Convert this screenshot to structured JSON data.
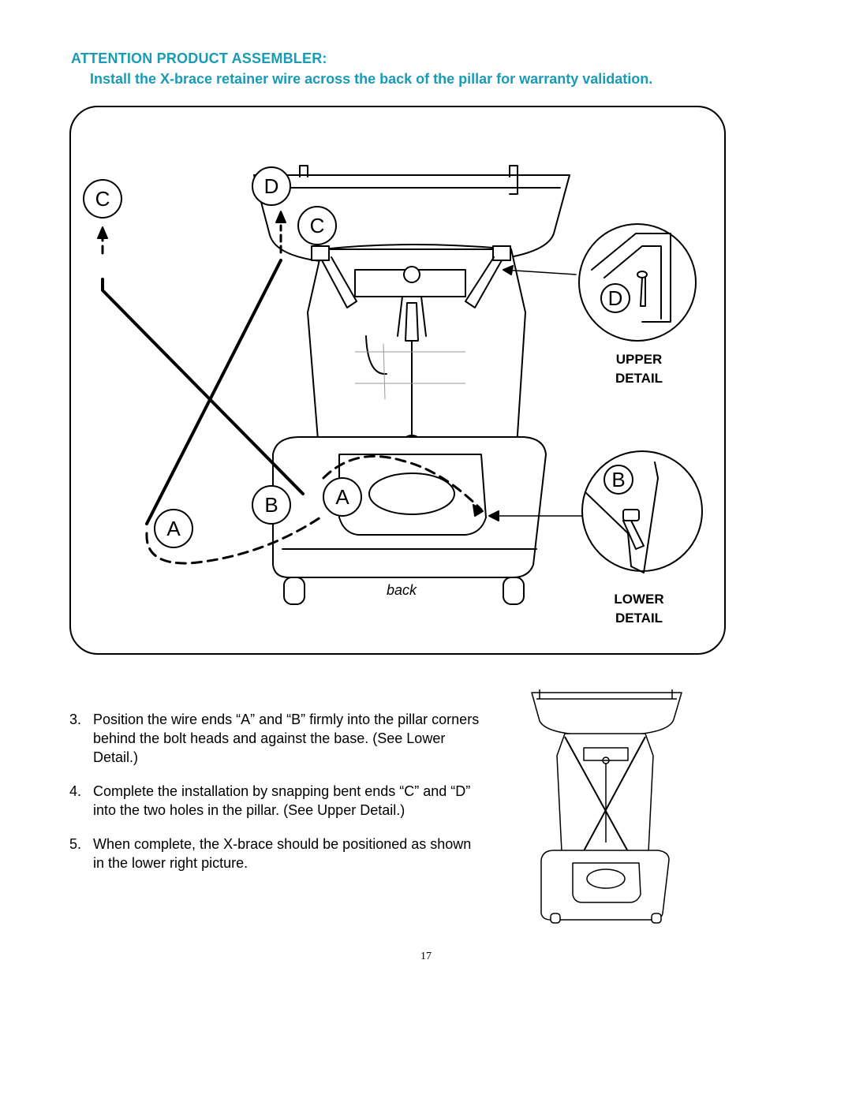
{
  "header": {
    "title": "ATTENTION PRODUCT ASSEMBLER:",
    "instruction": "Install the X-brace retainer wire across the back of the pillar for warranty validation."
  },
  "figure": {
    "callouts": {
      "a1": "A",
      "a2": "A",
      "b1": "B",
      "b2": "B",
      "c1": "C",
      "c2": "C",
      "d1": "D",
      "d2": "D"
    },
    "back_label": "back",
    "upper_detail": {
      "line1": "UPPER",
      "line2": "DETAIL"
    },
    "lower_detail": {
      "line1": "LOWER",
      "line2": "DETAIL"
    }
  },
  "steps": [
    {
      "number": "3.",
      "text": "Position the wire ends “A” and “B” firmly into the pillar corners behind the bolt heads and against the base. (See Lower Detail.)"
    },
    {
      "number": "4.",
      "text": "Complete the installation by snapping bent ends “C” and “D” into the two holes in the pillar. (See Upper Detail.)"
    },
    {
      "number": "5.",
      "text": "When complete, the X-brace should be positioned as shown in the lower right picture."
    }
  ],
  "page_number": "17",
  "colors": {
    "heading": "#1a9bb5",
    "line": "#000000"
  }
}
